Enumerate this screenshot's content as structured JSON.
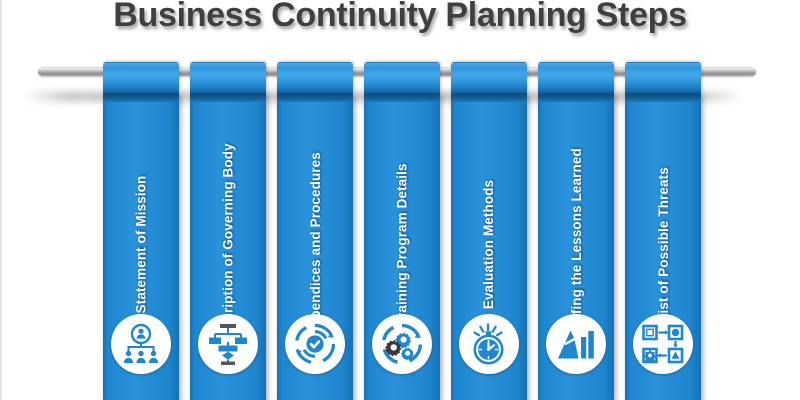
{
  "header": {
    "title": "Business Continuity Planning Steps"
  },
  "colors": {
    "banner_blue": "#1f87d0",
    "banner_blue_light": "#43a7e6",
    "banner_blue_dark": "#0d4d7e",
    "icon_blue": "#1f87d0",
    "rod_gray": "#b9b9b9",
    "title_gray": "#3f3f3f",
    "background": "#ffffff"
  },
  "banners": [
    {
      "label": "Statement of Mission",
      "icon": "people-hierarchy-icon"
    },
    {
      "label": "Description of Governing Body",
      "icon": "flowchart-org-icon"
    },
    {
      "label": "Appendices and Procedures",
      "icon": "cycle-check-icon"
    },
    {
      "label": "Training Program Details",
      "icon": "gears-cycle-icon"
    },
    {
      "label": "Evaluation Methods",
      "icon": "stopwatch-alarm-icon"
    },
    {
      "label": "Briefing the Lessons Learned",
      "icon": "growth-bar-chart-icon"
    },
    {
      "label": "List of Possible Threats",
      "icon": "process-shapes-icon"
    }
  ]
}
